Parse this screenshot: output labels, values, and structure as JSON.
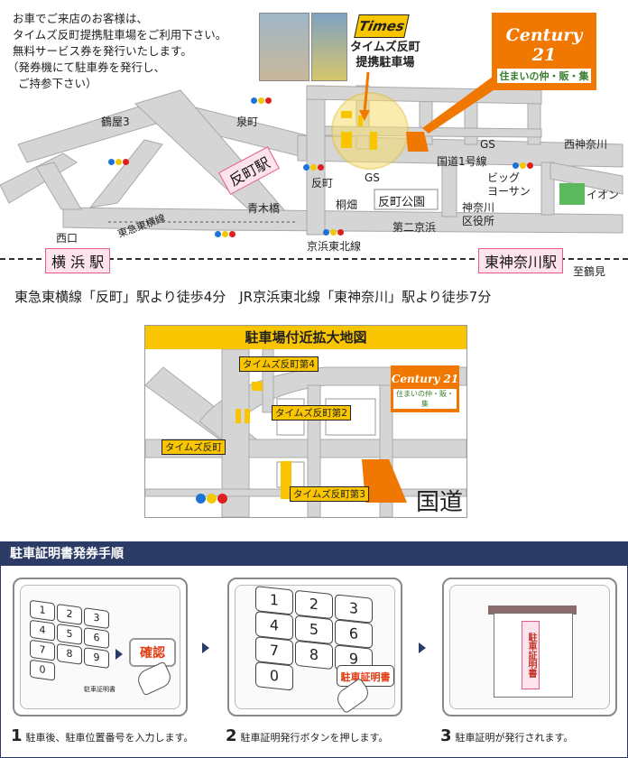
{
  "intro": {
    "line1": "お車でご来店のお客様は、",
    "line2": "タイムズ反町提携駐車場をご利用下さい。",
    "line3": "無料サービス券を発行いたします。",
    "line4": "（発券機にて駐車券を発行し、",
    "line5": "ご持参下さい）"
  },
  "parking_label": {
    "line1": "タイムズ反町",
    "line2": "提携駐車場"
  },
  "times_logo": "Times",
  "century21": {
    "logo": "Century 21",
    "tagline": "住まいの仲・販・集"
  },
  "map": {
    "places": {
      "tsuruya": "鶴屋3",
      "izumicho": "泉町",
      "tanmachi_jct": "反町",
      "aokibashi": "青木橋",
      "kirihata": "桐畑",
      "nishiguchi": "西口",
      "gs1": "GS",
      "gs2": "GS",
      "route1": "国道1号線",
      "nishikanagawa": "西神奈川",
      "big_yoosan_1": "ビッグ",
      "big_yoosan_2": "ヨーサン",
      "ward_office_1": "神奈川",
      "ward_office_2": "区役所",
      "daini_keihin": "第二京浜",
      "tanmachi_park": "反町公園",
      "aeon": "イオン",
      "tokyu_line": "東急東横線",
      "keihin_tohoku": "京浜東北線",
      "to_tsurumi": "至鶴見"
    },
    "stations": {
      "tanmachi": "反町駅",
      "yokohama": "横 浜 駅",
      "higashikanagawa": "東神奈川駅"
    }
  },
  "access_text": "東急東横線「反町」駅より徒歩4分　JR京浜東北線「東神奈川」駅より徒歩7分",
  "detail": {
    "title": "駐車場付近拡大地図",
    "tags": {
      "daiyon": "タイムズ反町第4",
      "daini": "タイムズ反町第2",
      "main": "タイムズ反町",
      "daisan": "タイムズ反町第3"
    },
    "road_label": "国道"
  },
  "procedure": {
    "title": "駐車証明書発券手順",
    "steps": [
      {
        "num": "1",
        "text": "駐車後、駐車位置番号を入力します。"
      },
      {
        "num": "2",
        "text": "駐車証明発行ボタンを押します。"
      },
      {
        "num": "3",
        "text": "駐車証明が発行されます。"
      }
    ],
    "keys": [
      "1",
      "2",
      "3",
      "4",
      "5",
      "6",
      "7",
      "8",
      "9",
      "0"
    ],
    "confirm_label": "確認",
    "keypad_caption": "駐車証明書",
    "issue_button": "駐車証明書",
    "certificate_text": "駐車証明書"
  },
  "colors": {
    "accent_orange": "#f07800",
    "parking_yellow": "#f9c400",
    "station_pink": "#fde4ec",
    "navy_header": "#2c3a66",
    "aeon_green": "#5cb85c"
  }
}
